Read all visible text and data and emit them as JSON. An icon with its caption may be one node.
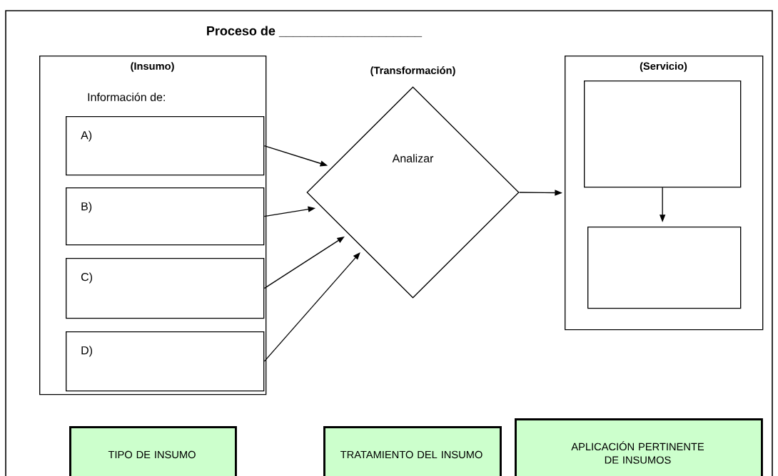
{
  "diagram": {
    "title": "Proceso de ____________________",
    "nodes": [
      {
        "text": [
          "(Insumo)",
          "Información de:"
        ]
      },
      {
        "text": [
          "A)"
        ],
        "in": 0
      },
      {
        "text": [
          "B)"
        ],
        "in": 0
      },
      {
        "text": [
          "C)"
        ],
        "in": 0
      },
      {
        "text": [
          "D)"
        ],
        "in": 0
      },
      {
        "text": [
          "(Transformación)",
          "Analizar"
        ]
      },
      {
        "text": [
          "(Servicio)"
        ]
      },
      {
        "text": [],
        "shape": "box",
        "in": 6
      },
      {
        "text": [],
        "shape": "box",
        "in": 6
      },
      {
        "text": [
          "TIPO DE INSUMO"
        ]
      },
      {
        "text": [
          "TRATAMIENTO DEL INSUMO"
        ]
      },
      {
        "text": [
          "APLICACIÓN PERTINENTE DE INSUMOS"
        ]
      }
    ],
    "edges": [
      {
        "from": 1,
        "to": 5,
        "arrow": "to"
      },
      {
        "from": 2,
        "to": 5,
        "arrow": "to"
      },
      {
        "from": 3,
        "to": 5,
        "arrow": "to"
      },
      {
        "from": 4,
        "to": 5,
        "arrow": "to"
      },
      {
        "from": 5,
        "to": 6,
        "arrow": "to"
      },
      {
        "from": 7,
        "to": 8,
        "arrow": "to"
      }
    ]
  }
}
